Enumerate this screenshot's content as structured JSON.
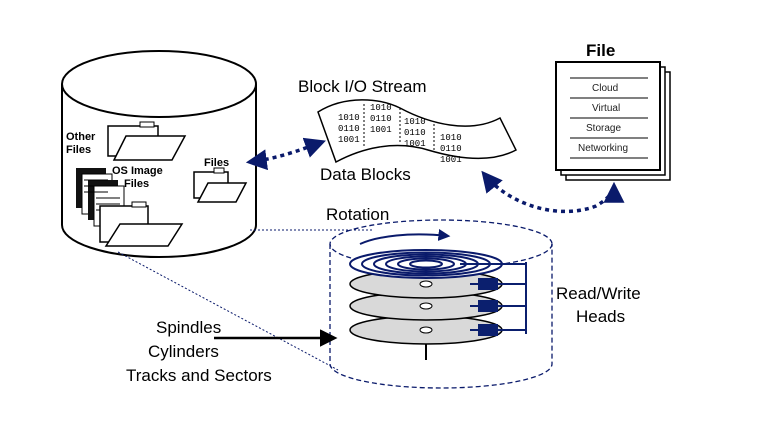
{
  "labels": {
    "block_stream": "Block I/O Stream",
    "data_blocks": "Data Blocks",
    "file_title": "File",
    "rotation": "Rotation",
    "read_write": "Read/Write",
    "heads": "Heads",
    "spindles": "Spindles",
    "cylinders": "Cylinders",
    "tracks_sectors": "Tracks and Sectors",
    "other": "Other",
    "files_left": "Files",
    "os_image": "OS Image",
    "files_os": "Files",
    "files_right": "Files"
  },
  "file_lines": [
    "Cloud",
    "Virtual",
    "Storage",
    "Networking"
  ],
  "bits": {
    "b1": [
      "1010",
      "0110",
      "1001"
    ],
    "b2": [
      "1010",
      "0110",
      "1001"
    ],
    "b3": [
      "1010",
      "0110",
      "1001"
    ],
    "b4": [
      "1010",
      "0110",
      "1001"
    ]
  },
  "colors": {
    "arrow_blue": "#0a1a6b",
    "platter_gray": "#d9d9d9",
    "head_blue": "#0b1f6e"
  }
}
